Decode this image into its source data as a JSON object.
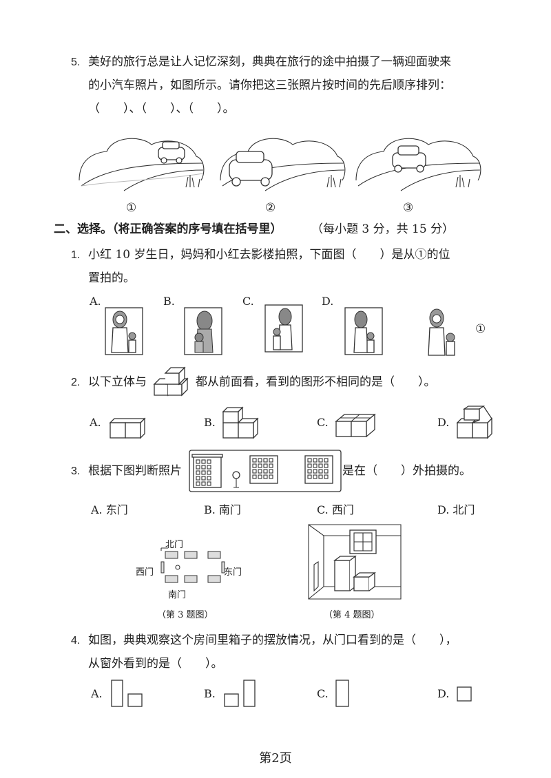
{
  "q5": {
    "number": "5.",
    "line1": "美好的旅行总是让人记忆深刻，典典在旅行的途中拍摄了一辆迎面驶来",
    "line2": "的小汽车照片，如图所示。请你把这三张照片按时间的先后顺序排列：",
    "answer_blanks": "（　　）、（　　）、（　　）。",
    "photo_labels": [
      "①",
      "②",
      "③"
    ]
  },
  "section2": {
    "heading": "二、选择。（将正确答案的序号填在括号里）",
    "scoring": "（每小题 3 分，共 15 分）"
  },
  "q1": {
    "number": "1.",
    "line1": "小红 10 岁生日，妈妈和小红去影楼拍照，下面图（　　）是从①的位",
    "line2": "置拍的。",
    "options": [
      "A.",
      "B.",
      "C.",
      "D."
    ],
    "marker": "①"
  },
  "q2": {
    "number": "2.",
    "text_before": "以下立体与",
    "text_after": "都从前面看，看到的图形不相同的是（　　）。",
    "options": [
      "A.",
      "B.",
      "C.",
      "D."
    ]
  },
  "q3": {
    "number": "3.",
    "text_before": "根据下图判断照片",
    "text_after": "是在（　　）外拍摄的。",
    "options": [
      "A.  东门",
      "B.  南门",
      "C.  西门",
      "D.  北门"
    ],
    "map_labels": {
      "north": "北门",
      "west": "西门",
      "east": "东门",
      "south": "南门"
    },
    "caption": "（第 3 题图）"
  },
  "q4": {
    "caption": "（第 4 题图）",
    "number": "4.",
    "line1": "如图，典典观察这个房间里箱子的摆放情况，从门口看到的是（　　），",
    "line2": "从窗外看到的是（　　）。",
    "options": [
      "A.",
      "B.",
      "C.",
      "D."
    ]
  },
  "footer": {
    "page": "第2页"
  }
}
